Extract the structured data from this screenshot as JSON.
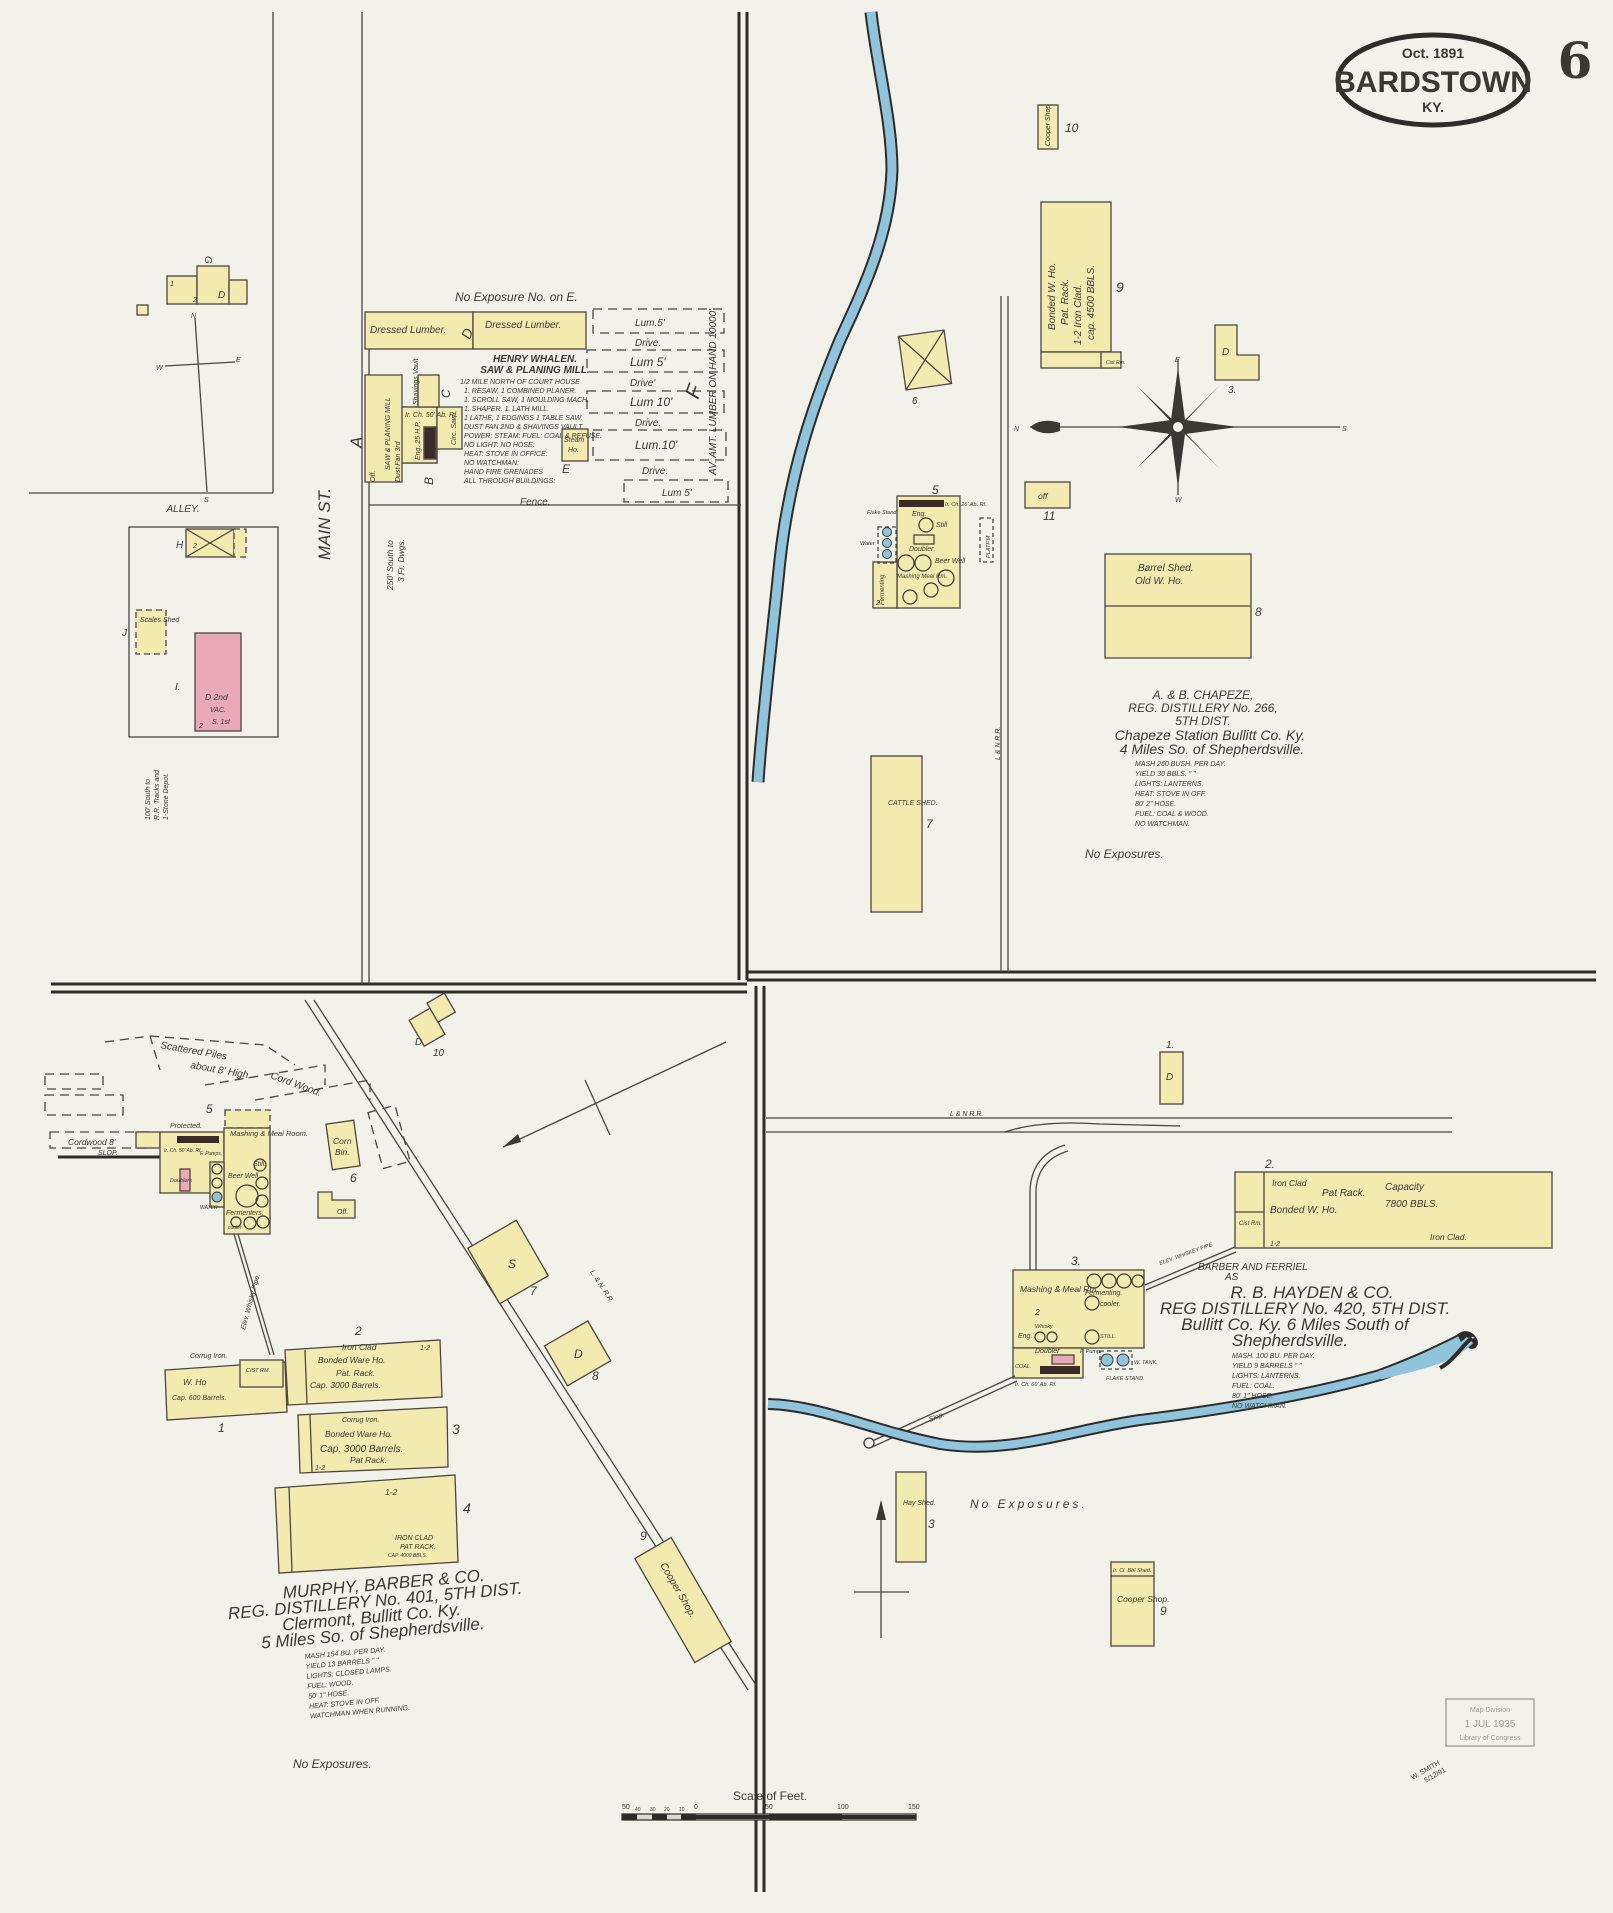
{
  "title": {
    "date": "Oct. 1891",
    "town": "BARDSTOWN",
    "state": "KY.",
    "sheet_number": "6"
  },
  "colors": {
    "paper": "#f2f1ea",
    "frame_building": "#f3eab0",
    "brick_building": "#e9a9b9",
    "water": "#8fc4dc",
    "ink": "#3a3835"
  },
  "northwest": {
    "alley": "ALLEY.",
    "main_street": "MAIN ST.",
    "compass": {
      "n": "N",
      "s": "S",
      "e": "E",
      "w": "W"
    },
    "small_bldg": {
      "g": "G",
      "d": "D",
      "stories": "2",
      "one": "1"
    },
    "h_label": "H",
    "h_stories": "2",
    "j_label": "J",
    "scales_shed": "Scales Shed",
    "i_label": "I.",
    "brick": {
      "d": "D 2nd",
      "vac": "VAC.",
      "s": "S. 1st",
      "stories": "2"
    },
    "depot_note": [
      "100' South to",
      "R.R. Tracks and",
      "1-Stone Depot."
    ],
    "dwellings_note": [
      "250' South to",
      "3 Fr. Dwgs."
    ]
  },
  "whalen": {
    "no_exposure": "No Exposure No. on E.",
    "dressed_lumber_1": "Dressed Lumber.",
    "dressed_lumber_2": "Dressed Lumber.",
    "labels": {
      "a": "A",
      "b": "B",
      "c": "C",
      "d": "D",
      "e": "E",
      "f": "F"
    },
    "mill": "SAW & PLANING MILL",
    "dust_fan": "Dust Fan 3rd",
    "shavings_vault": "Shavings Vault",
    "circ_saw": "Circ. Saw.",
    "engine": "Eng. 25 H.P.",
    "chimney": "Ir. Ch. 50' Ab. Rf.",
    "office": "Off.",
    "steam_house": [
      "Steam",
      "Ho."
    ],
    "fence": "Fence.",
    "name": "HENRY WHALEN.",
    "subtitle": "SAW & PLANING MILL.",
    "notes": [
      "1/2 MILE NORTH OF COURT HOUSE",
      "1. RESAW, 1 COMBINED PLANER.",
      "1. SCROLL SAW, 1 MOULDING MACH.",
      "1. SHAPER. 1. LATH MILL.",
      "1 LATHE, 1 EDGINGS 1 TABLE SAW.",
      "DUST FAN 2ND & SHAVINGS VAULT.",
      "POWER: STEAM: FUEL: COAL & REFUSE.",
      "NO LIGHT: NO HOSE:",
      "HEAT: STOVE IN OFFICE:",
      "NO WATCHMAN:",
      "HAND FIRE GRENADES",
      "ALL THROUGH BUILDINGS:"
    ],
    "piles": [
      "Lum.5'",
      "Drive.",
      "Lum 5'",
      "Drive'",
      "Lum 10'",
      "Drive.",
      "Lum.10'",
      "Drive.",
      "Lum 5'"
    ],
    "lumber_on_hand": "AV. AMT. LUMBER ON HAND 10000'"
  },
  "chapeze": {
    "cooper_shop": "Cooper Shop",
    "cooper_no": "10",
    "bonded": [
      "Bonded W. Ho.",
      "Pat. Rack.",
      "1-2  Iron Clad.",
      "cap. 4500 BBLS."
    ],
    "bonded_no": "9",
    "cist": "Cist Rm.",
    "d3": "D",
    "d3_no": "3.",
    "crossed_no": "6",
    "compass": {
      "n": "N",
      "s": "S",
      "e": "E",
      "w": "W"
    },
    "still_house_no": "5",
    "still_house": {
      "chimney": "Ir. Ch. 26' Ab. Rf.",
      "eng": "Eng.",
      "still": "Still",
      "doubler": "Doubler.",
      "beer_well": "Beer Well",
      "mashing": "Mashing Meal Rm.",
      "fermenting": "Fermenting",
      "flake_stand": "Flake Stand",
      "water": "Water",
      "platform": "PLATF'M",
      "stories": "2"
    },
    "office": "off",
    "office_no": "11",
    "barrel_shed": [
      "Barrel Shed.",
      "Old W. Ho."
    ],
    "barrel_no": "8",
    "cattle_shed": "CATTLE SHED.",
    "cattle_no": "7",
    "railroad": "L & N R.R.",
    "name": "A. & B. CHAPEZE,",
    "lines": [
      "REG. DISTILLERY No. 266,",
      "5TH DIST.",
      "Chapeze Station Bullitt Co. Ky.",
      "4 Miles So. of Shepherdsville."
    ],
    "notes": [
      "MASH 260 BUSH. PER DAY.",
      "YIELD 30 BBLS.  \"   \"",
      "LIGHTS: LANTERNS.",
      "HEAT: STOVE IN OFF.",
      "80' 2\" HOSE.",
      "FUEL: COAL & WOOD.",
      "NO WATCHMAN."
    ],
    "no_exposures": "No   Exposures."
  },
  "murphy": {
    "d10": "D",
    "d10_no": "10",
    "cordwood_piles": [
      "Scattered Piles",
      "about 8' High.",
      "Cord Wood."
    ],
    "cordwood_no": "5",
    "cordwood": "Cordwood 8'",
    "slop": "SLOP.",
    "protected": "Protected.",
    "still_house": {
      "chimney": "Ir. Ch. 50' Ab. Rf.",
      "pumps": "F. Pumps.",
      "doublers": "Doublers",
      "water": "WATER",
      "mashing": "Mashing & Meal Room.",
      "still": "Still.",
      "beer_well": "Beer Well",
      "fermenters": "Fermenters.",
      "cooler": "cooler"
    },
    "corn_bin": [
      "Corn",
      "Bin."
    ],
    "corn_no": "6",
    "office": "Off.",
    "pipe": "Elev. Whisky Pipe.",
    "wh1": {
      "roof": "Corrug Iron.",
      "name": "W. Ho",
      "cap": "Cap. 600 Barrels.",
      "cist": "CIST RM.",
      "no": "1"
    },
    "wh2": {
      "a": "Iron Clad",
      "b": "Bonded Ware Ho.",
      "c": "Pat. Rack.",
      "d": "Cap. 3000 Barrels.",
      "stories": "1-2",
      "no": "2"
    },
    "wh3": {
      "a": "Corrug Iron.",
      "b": "Bonded Ware Ho.",
      "c": "Cap. 3000 Barrels.",
      "d": "Pat Rack.",
      "stories": "1-2",
      "no": "3"
    },
    "wh4": {
      "a": "IRON CLAD",
      "b": "PAT RACK.",
      "c": "CAP. 4000 BBLS.",
      "stories": "1-2",
      "no": "4"
    },
    "s7": "S",
    "s7_no": "7",
    "d8": "D",
    "d8_no": "8",
    "cooper": "Cooper Shop.",
    "cooper_no": "9",
    "railroad": "L. & N. R.R.",
    "name": "MURPHY, BARBER & CO.",
    "lines": [
      "REG. DISTILLERY No. 401, 5TH DIST.",
      "Clermont, Bullitt Co. Ky.",
      "5 Miles So. of Shepherdsville."
    ],
    "notes": [
      "MASH 154 BU. PER DAY.",
      "YIELD 13 BARRELS \"  \"",
      "LIGHTS: CLOSED LAMPS.",
      "FUEL: WOOD.",
      "50' 1\" HOSE.",
      "HEAT: STOVE IN OFF.",
      "WATCHMAN WHEN RUNNING."
    ],
    "no_exposures": "No Exposures."
  },
  "hayden": {
    "railroad": "L & N R.R.",
    "d1": "D",
    "d1_no": "1.",
    "wh2": {
      "a": "Iron Clad",
      "b": "Pat Rack.",
      "c": "Capacity",
      "d": "Bonded W. Ho.",
      "e": "7800 BBLS.",
      "f": "Iron Clad.",
      "cist": "Cist Rm.",
      "stories": "1-2",
      "no": "2."
    },
    "pipe": "ELEV. WHISKEY PIPE.",
    "still_house": {
      "no": "3.",
      "mashing": "Mashing & Meal Rm.",
      "stories": "2",
      "fermenting": "Fermenting.",
      "cooler": "cooler.",
      "eng": "Eng.",
      "whisky": "Whisky",
      "still": "STILL.",
      "doubler": "Doubler",
      "pump": "F. Pump.",
      "coal": "COAL.",
      "chimney": "Ir. Ch. 60' Ab. Rf.",
      "tank": "W. TANK.",
      "flake": "FLAKE STAND."
    },
    "slop": "Slop.",
    "intro": [
      "BARBER AND FERRIEL",
      "AS"
    ],
    "name": "R. B. HAYDEN & CO.",
    "lines": [
      "REG DISTILLERY No. 420, 5TH DIST.",
      "Bullitt Co. Ky. 6 Miles South of",
      "Shepherdsville."
    ],
    "notes": [
      "MASH. 100 BU. PER DAY.",
      "YIELD 9 BARRELS \"  \"",
      "LIGHTS: LANTERNS.",
      "FUEL: COAL.",
      "80' 1\" HOSE.",
      "NO WATCHMAN."
    ],
    "hay_shed": "Hay Shed.",
    "hay_no": "3",
    "no_exposures": "No   Exposures.",
    "cooper": [
      "Ir. Cl. Bbl Shed.",
      "Cooper Shop."
    ],
    "cooper_no": "9"
  },
  "scale": {
    "title": "Scale of Feet.",
    "ticks": [
      "50",
      "40",
      "30",
      "20",
      "10",
      "0",
      "50",
      "100",
      "150"
    ]
  },
  "stamp": {
    "lines": [
      "Map Division",
      "1 JUL 1935",
      "Library of Congress"
    ]
  },
  "surveyor": [
    "W. SMITH",
    "5/12/91"
  ]
}
